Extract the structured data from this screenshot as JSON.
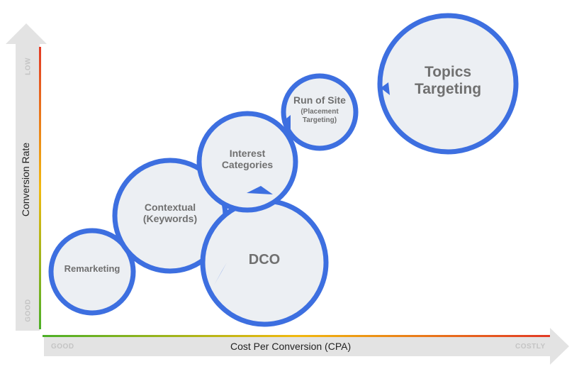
{
  "colors": {
    "circle_stroke": "#3d6fe0",
    "circle_fill": "#eceff3",
    "arrow_fill": "#e3e3e3",
    "axis_gradient": [
      "#4caf27",
      "#f1b90f",
      "#e23a25"
    ],
    "label_text": "#707070",
    "axis_word": "#c4c4c4"
  },
  "axes": {
    "y_title": "Conversion Rate",
    "y_top": "LOW",
    "y_bottom": "GOOD",
    "x_title": "Cost Per Conversion (CPA)",
    "x_left": "GOOD",
    "x_right": "COSTLY"
  },
  "bubbles": [
    {
      "id": "remarketing",
      "label": "Remarketing",
      "sub": ""
    },
    {
      "id": "contextual",
      "label": "Contextual\n(Keywords)",
      "sub": ""
    },
    {
      "id": "dco",
      "label": "DCO",
      "sub": ""
    },
    {
      "id": "interest",
      "label": "Interest\nCategories",
      "sub": ""
    },
    {
      "id": "run-of-site",
      "label": "Run of Site",
      "sub": "(Placement\nTargeting)"
    },
    {
      "id": "topics",
      "label": "Topics\nTargeting",
      "sub": ""
    }
  ]
}
